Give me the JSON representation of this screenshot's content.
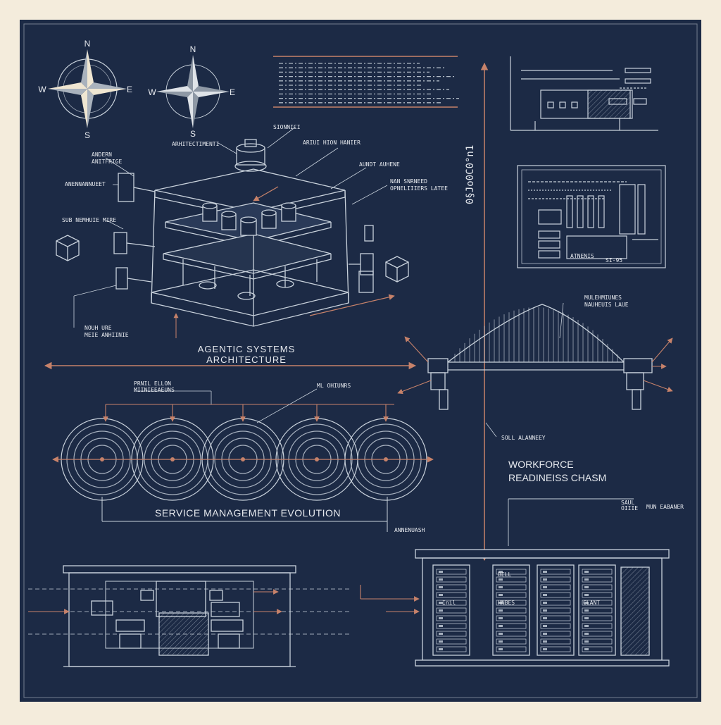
{
  "colors": {
    "paper": "#f4ecdc",
    "board": "#1c2a45",
    "line": "#c9d2dc",
    "accent": "#c7826a",
    "text": "#e6e9ee"
  },
  "compass": {
    "n": "N",
    "s": "S",
    "e": "E",
    "w": "W"
  },
  "titles": {
    "agentic_line1": "AGENTIC SYSTEMS",
    "agentic_line2": "ARCHITECTURE",
    "service": "SERVICE MANAGEMENT EVOLUTION",
    "workforce_line1": "WORKFORCE",
    "workforce_line2": "READINEISS CHASM",
    "vertical": "0§Jo0C0°n1"
  },
  "callouts": {
    "sionnici": "SIONNICI",
    "arhitectime": "ARHITECTIMENTI",
    "ari_line": "ARIUI HION HANIER",
    "andern_1": "ANDERN",
    "andern_2": "ANITFRIGE",
    "anenmant": "ANENNANNUEET",
    "aundt": "AUNDT AUHENE",
    "nan_1": "NAN SNRNEED",
    "nan_2": "OPNELIIIERS LATEE",
    "sub_left": "SUB NEMHUIE MIRE",
    "lower_1": "NOUH URE",
    "lower_2": "MEIE ANHIINIE",
    "bridge_1": "MULEHMIUNES",
    "bridge_2": "NAUHEUIS LAUE",
    "prnil_1": "PRNIL ELLON",
    "prnil_2": "MIINIEEAEUNS",
    "ml_label": "ML OHIUNRS",
    "soll": "SOLL ALANNEEY",
    "sau_1": "SAUL",
    "sau_2": "OIIIE",
    "mun": "MUN EABANER",
    "anneu": "ANNENUASH",
    "panel_1": "ATNENIS",
    "panel_2": "SI-95",
    "rack_1": "BELL",
    "rack_2": "HNBES",
    "rack_3": "CLANT",
    "rack_4": "Inil"
  }
}
